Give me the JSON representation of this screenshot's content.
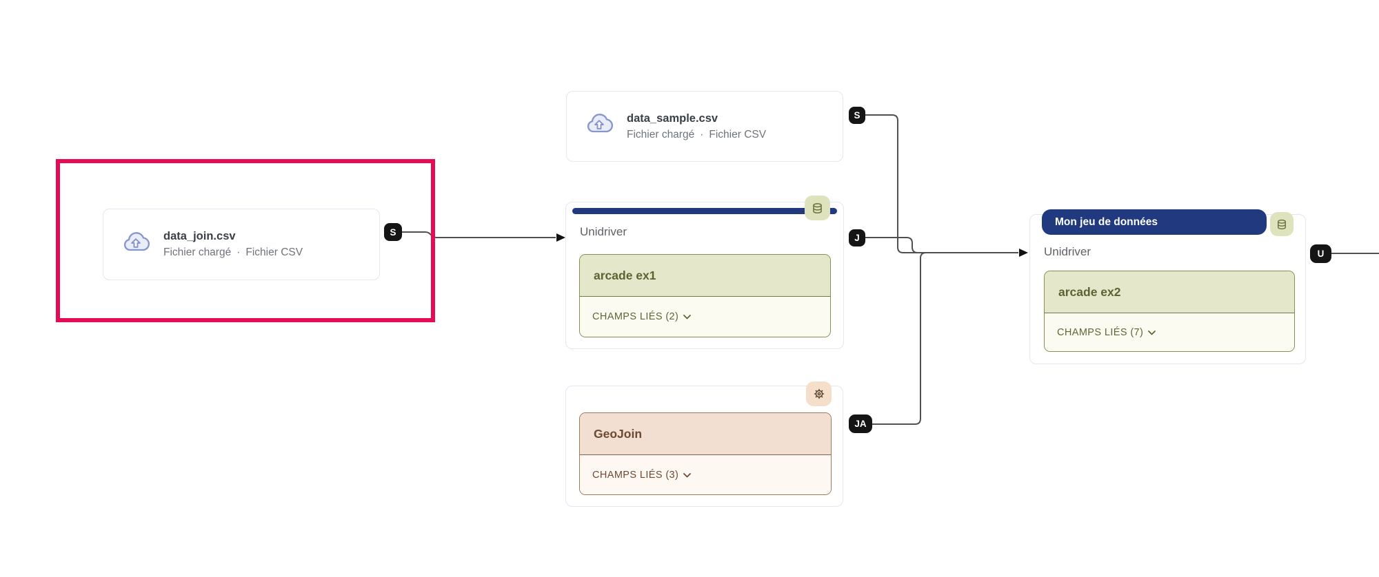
{
  "nodes": {
    "data_join": {
      "name": "data_join.csv",
      "status": "Fichier chargé",
      "sep": "·",
      "type": "Fichier CSV",
      "port": "S"
    },
    "data_sample": {
      "name": "data_sample.csv",
      "status": "Fichier chargé",
      "sep": "·",
      "type": "Fichier CSV",
      "port": "S"
    },
    "unidriver": {
      "title": "Unidriver",
      "field": "arcade ex1",
      "linked_fields": "CHAMPS LIÉS (2)",
      "port": "J"
    },
    "geojoin": {
      "field": "GeoJoin",
      "linked_fields": "CHAMPS LIÉS (3)",
      "port": "JA"
    },
    "dataset": {
      "pill": "Mon jeu de données",
      "title": "Unidriver",
      "field": "arcade ex2",
      "linked_fields": "CHAMPS LIÉS (7)",
      "port": "U"
    }
  },
  "icons": {
    "data_join_icon": "cloud-upload",
    "data_sample_icon": "cloud-upload",
    "unidriver_badge_icon": "database",
    "geojoin_badge_icon": "gear",
    "dataset_badge_icon": "database"
  },
  "colors": {
    "selection_outline": "#e50b54",
    "accent_navy": "#21397f",
    "port_badge_bg": "#151515",
    "olive_section_bg": "#e5e7cb",
    "olive_border": "#868c52",
    "olive_text": "#5c6230",
    "olive_badge_bg": "#dfe3bd",
    "tan_section_bg": "#f3ded2",
    "tan_border": "#9a7a5f",
    "tan_text": "#6b4a34",
    "tan_badge_bg": "#f5dfca",
    "card_border": "#e3e7f2",
    "wire": "#4f4f4f"
  }
}
